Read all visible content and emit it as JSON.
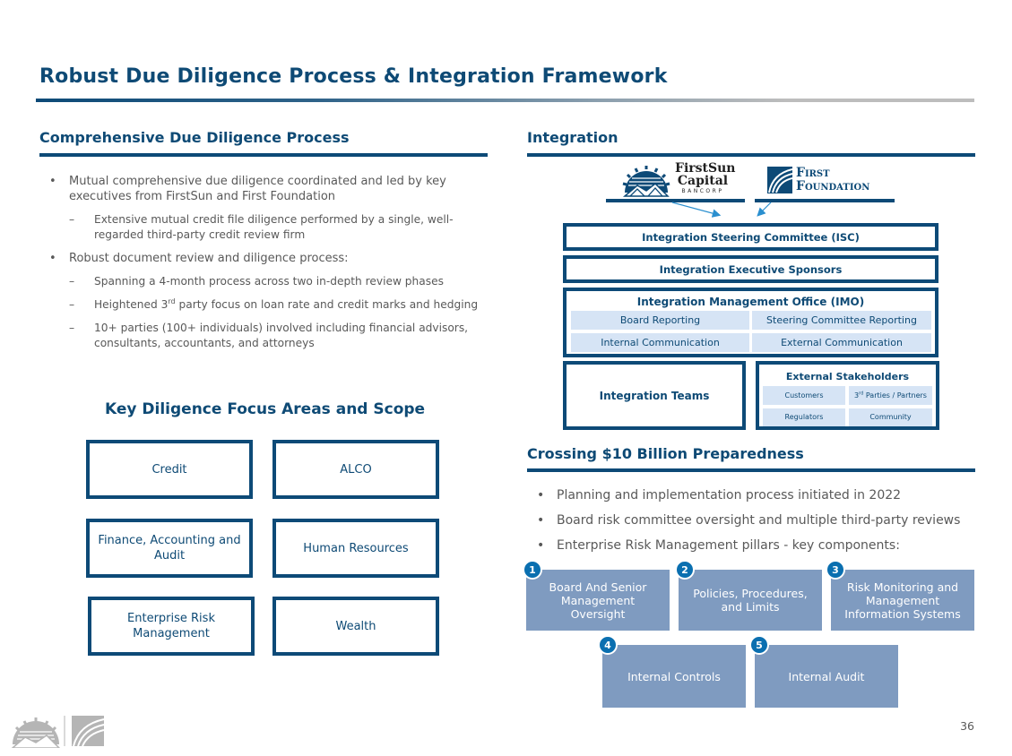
{
  "page": {
    "title": "Robust Due Diligence Process & Integration Framework",
    "page_number": "36"
  },
  "left": {
    "heading": "Comprehensive Due Diligence Process",
    "bullets": [
      {
        "level": 1,
        "text": "Mutual comprehensive due diligence coordinated and led by key executives from FirstSun and First Foundation"
      },
      {
        "level": 2,
        "text": "Extensive mutual credit file diligence performed by a single, well-regarded third-party credit review firm"
      },
      {
        "level": 1,
        "text": "Robust document review and diligence process:"
      },
      {
        "level": 2,
        "text": "Spanning a 4-month process across two in-depth review phases"
      },
      {
        "level": 2,
        "text_before": "Heightened 3",
        "sup": "rd",
        "text_after": " party focus on loan rate and credit marks and hedging"
      },
      {
        "level": 2,
        "text": "10+ parties (100+ individuals) involved including financial advisors, consultants, accountants, and attorneys"
      }
    ],
    "key_diligence": {
      "title": "Key Diligence Focus Areas and Scope",
      "areas": [
        "Credit",
        "ALCO",
        "Finance, Accounting and Audit",
        "Human Resources",
        "Enterprise Risk Management",
        "Wealth"
      ]
    }
  },
  "integration": {
    "heading": "Integration",
    "logos": {
      "firstsun": {
        "line1": "FirstSun",
        "line2": "Capital",
        "line3": "BANCORP"
      },
      "first_foundation": {
        "line1": "First",
        "line2": "Foundation"
      }
    },
    "steering_committee": "Integration Steering Committee (ISC)",
    "executive_sponsors": "Integration Executive Sponsors",
    "imo": {
      "title": "Integration Management Office (IMO)",
      "cells": [
        "Board Reporting",
        "Steering Committee Reporting",
        "Internal Communication",
        "External Communication"
      ]
    },
    "teams": "Integration Teams",
    "external": {
      "title": "External Stakeholders",
      "cells": {
        "customers": "Customers",
        "third_parties_pre": "3",
        "third_parties_sup": "rd",
        "third_parties_post": " Parties / Partners",
        "regulators": "Regulators",
        "community": "Community"
      }
    }
  },
  "preparedness": {
    "heading": "Crossing $10 Billion Preparedness",
    "bullets": [
      "Planning and implementation process initiated in 2022",
      "Board risk committee oversight and multiple third-party reviews",
      "Enterprise Risk Management pillars - key components:"
    ],
    "pillars": [
      {
        "num": "1",
        "label": "Board And Senior Management Oversight"
      },
      {
        "num": "2",
        "label": "Policies, Procedures, and Limits"
      },
      {
        "num": "3",
        "label": "Risk Monitoring and Management Information Systems"
      },
      {
        "num": "4",
        "label": "Internal Controls"
      },
      {
        "num": "5",
        "label": "Internal Audit"
      }
    ]
  },
  "colors": {
    "brand_navy": "#0d4a77",
    "cell_fill": "#d6e4f5",
    "pillar_fill": "#7f9bc0",
    "badge_blue": "#0a6fb0",
    "arrow_blue": "#2a8fcf"
  }
}
